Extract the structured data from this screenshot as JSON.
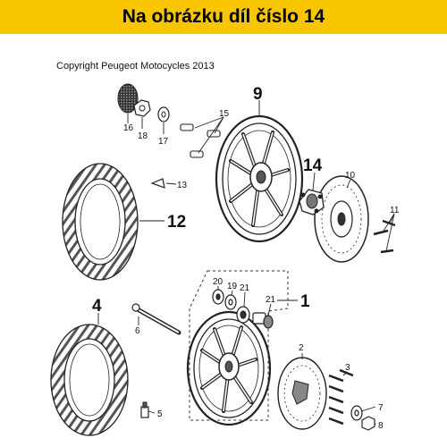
{
  "banner": {
    "title": "Na obrázku díl číslo 14"
  },
  "copyright": "Copyright Peugeot Motocycles 2013",
  "labels": {
    "p1": "1",
    "p2": "2",
    "p3": "3",
    "p4": "4",
    "p5": "5",
    "p6": "6",
    "p7": "7",
    "p8": "8",
    "p9": "9",
    "p10": "10",
    "p11": "11",
    "p12": "12",
    "p13": "13",
    "p14": "14",
    "p15": "15",
    "p16": "16",
    "p17": "17",
    "p18": "18",
    "p19": "19",
    "p20": "20",
    "p21a": "21",
    "p21b": "21"
  },
  "colors": {
    "banner": "#f7c600",
    "line": "#222222"
  }
}
